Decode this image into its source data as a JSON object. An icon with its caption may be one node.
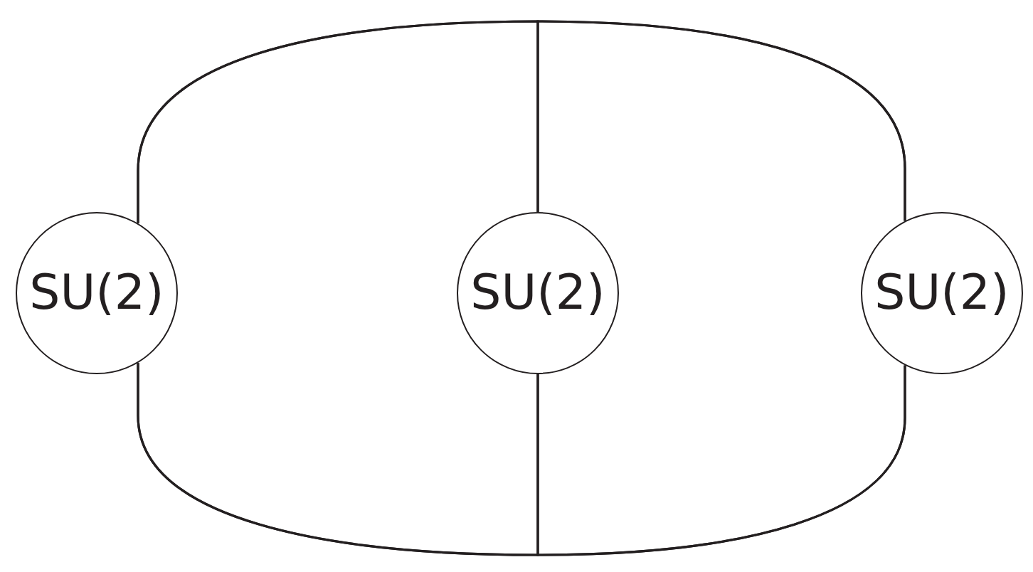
{
  "diagram": {
    "nodes": [
      {
        "text": [
          "SU(2)"
        ]
      },
      {
        "text": [
          "SU(2)"
        ]
      },
      {
        "text": [
          "SU(2)"
        ]
      }
    ],
    "edges": [
      {
        "from": 0,
        "to": 2,
        "arrow": "none"
      },
      {
        "from": 0,
        "to": 1,
        "arrow": "none"
      },
      {
        "from": 1,
        "to": 2,
        "arrow": "none"
      },
      {
        "from": 0,
        "to": 2,
        "arrow": "none"
      },
      {
        "from": 0,
        "to": 1,
        "arrow": "none"
      },
      {
        "from": 1,
        "to": 2,
        "arrow": "none"
      }
    ]
  }
}
